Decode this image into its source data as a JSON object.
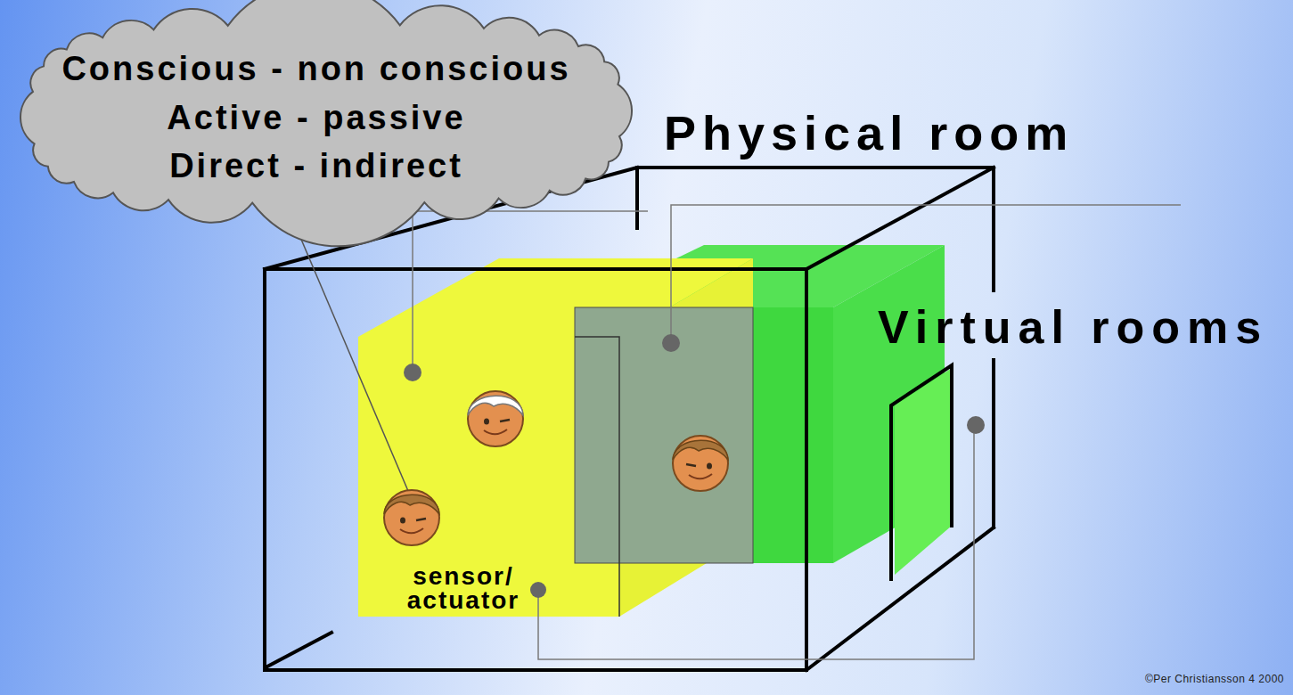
{
  "diagram": {
    "nodes": [
      {
        "text": [
          "Conscious - non conscious",
          "Active - passive",
          "Direct - indirect"
        ]
      },
      {
        "text": [
          "Physical room"
        ]
      },
      {
        "text": [
          "sensor/ actuator"
        ],
        "in": 1
      }
    ],
    "labels": [
      "Virtual rooms",
      "©Per Christiansson 4 2000"
    ]
  }
}
